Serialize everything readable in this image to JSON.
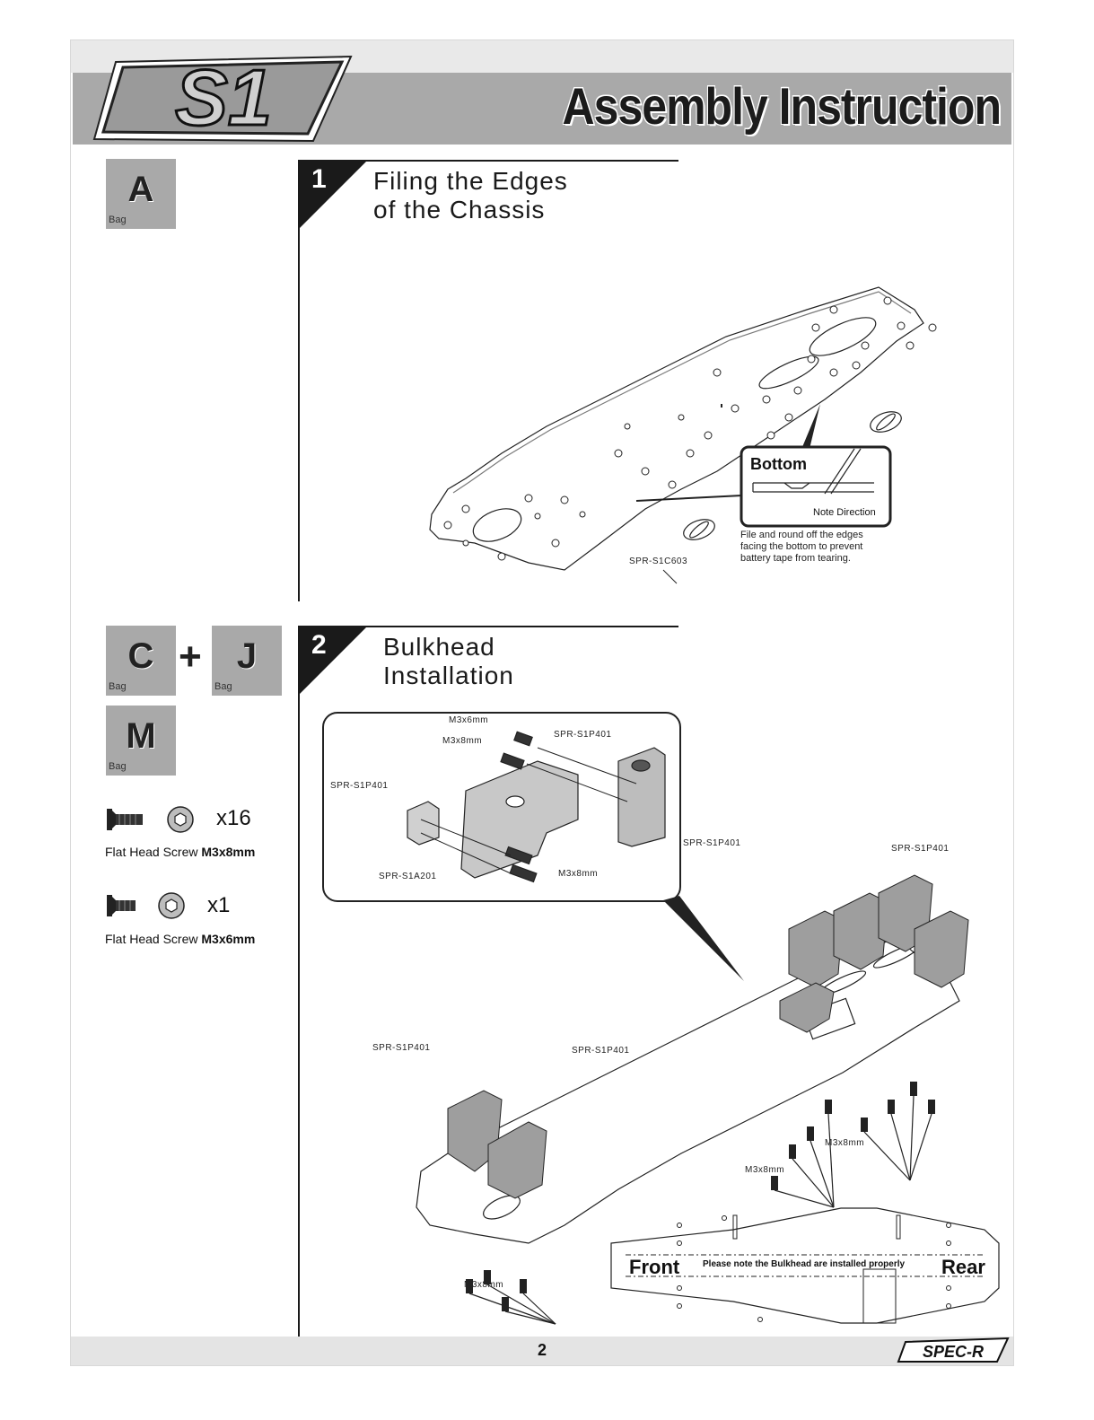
{
  "header": {
    "logo_text": "S1",
    "title": "Assembly Instruction"
  },
  "step1": {
    "number": "1",
    "title_line1": "Filing the Edges",
    "title_line2": "of the Chassis",
    "bag": {
      "letter": "A",
      "sub": "Bag"
    },
    "part_label": "SPR-S1C603",
    "callout_title": "Bottom",
    "callout_direction": "Note Direction",
    "note_line1": "File and round off the edges",
    "note_line2": "facing the bottom to prevent",
    "note_line3": "battery tape from tearing."
  },
  "step2": {
    "number": "2",
    "title_line1": "Bulkhead",
    "title_line2": "Installation",
    "bags": [
      {
        "letter": "C",
        "sub": "Bag"
      },
      {
        "letter": "J",
        "sub": "Bag"
      },
      {
        "letter": "M",
        "sub": "Bag"
      }
    ],
    "plus": "+",
    "screws": [
      {
        "qty": "x16",
        "caption": "Flat Head Screw ",
        "size": "M3x8mm"
      },
      {
        "qty": "x1",
        "caption": "Flat Head Screw ",
        "size": "M3x6mm"
      }
    ],
    "inset_labels": {
      "m3x6": "M3x6mm",
      "m3x8_top": "M3x8mm",
      "p401_top": "SPR-S1P401",
      "p401_left": "SPR-S1P401",
      "a201": "SPR-S1A201",
      "m3x8_bottom": "M3x8mm"
    },
    "main_labels": {
      "p401_a": "SPR-S1P401",
      "p401_b": "SPR-S1P401",
      "p401_c": "SPR-S1P401",
      "p401_d": "SPR-S1P401",
      "m3x8_a": "M3x8mm",
      "m3x8_b": "M3x8mm",
      "m3x8_c": "M3x8mm"
    },
    "top_view": {
      "front": "Front",
      "rear": "Rear",
      "note": "Please note the Bulkhead are installed properly"
    }
  },
  "footer": {
    "page_number": "2",
    "brand": "SPEC-R"
  }
}
